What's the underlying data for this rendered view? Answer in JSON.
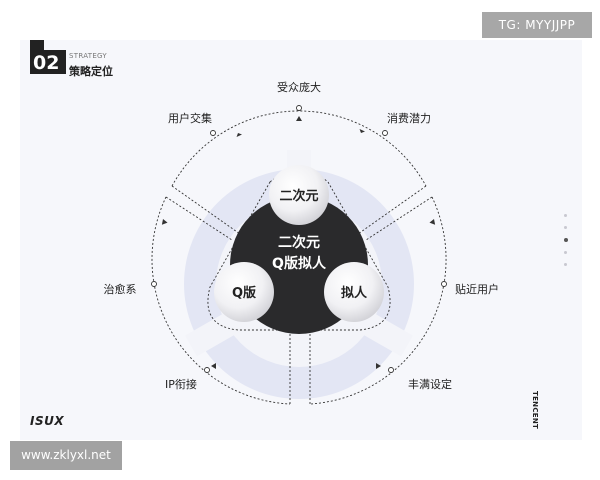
{
  "watermarks": {
    "top_right": "TG: MYYJJPP",
    "bottom_left": "www.zklyxl.net"
  },
  "section": {
    "number": "02",
    "label_en": "STRATEGY",
    "label_cn": "策略定位"
  },
  "center": {
    "line1": "二次元",
    "line2": "Q版拟人"
  },
  "bubbles": {
    "top": "二次元",
    "left": "Q版",
    "right": "拟人"
  },
  "outer_labels": {
    "top": "受众庞大",
    "top_left": "用户交集",
    "top_right": "消费潜力",
    "left": "治愈系",
    "right": "贴近用户",
    "bottom_left": "IP衔接",
    "bottom_right": "丰满设定"
  },
  "footer": {
    "brand_left": "ISUX",
    "brand_right": "TENCENT"
  },
  "pagination": {
    "count": 5,
    "active_index": 2
  }
}
